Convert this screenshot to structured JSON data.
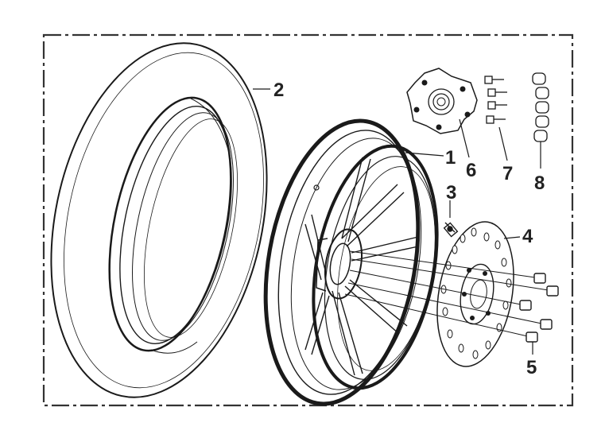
{
  "diagram": {
    "colors": {
      "line": "#1a1a1a",
      "background": "#ffffff",
      "frame": "#333333"
    },
    "callouts": [
      {
        "id": "tire",
        "label": "2"
      },
      {
        "id": "rim",
        "label": "1"
      },
      {
        "id": "valve",
        "label": "3"
      },
      {
        "id": "disc",
        "label": "4"
      },
      {
        "id": "disc-bolt",
        "label": "5"
      },
      {
        "id": "hub-flange",
        "label": "6"
      },
      {
        "id": "flange-bolt",
        "label": "7"
      },
      {
        "id": "damper",
        "label": "8"
      }
    ]
  }
}
